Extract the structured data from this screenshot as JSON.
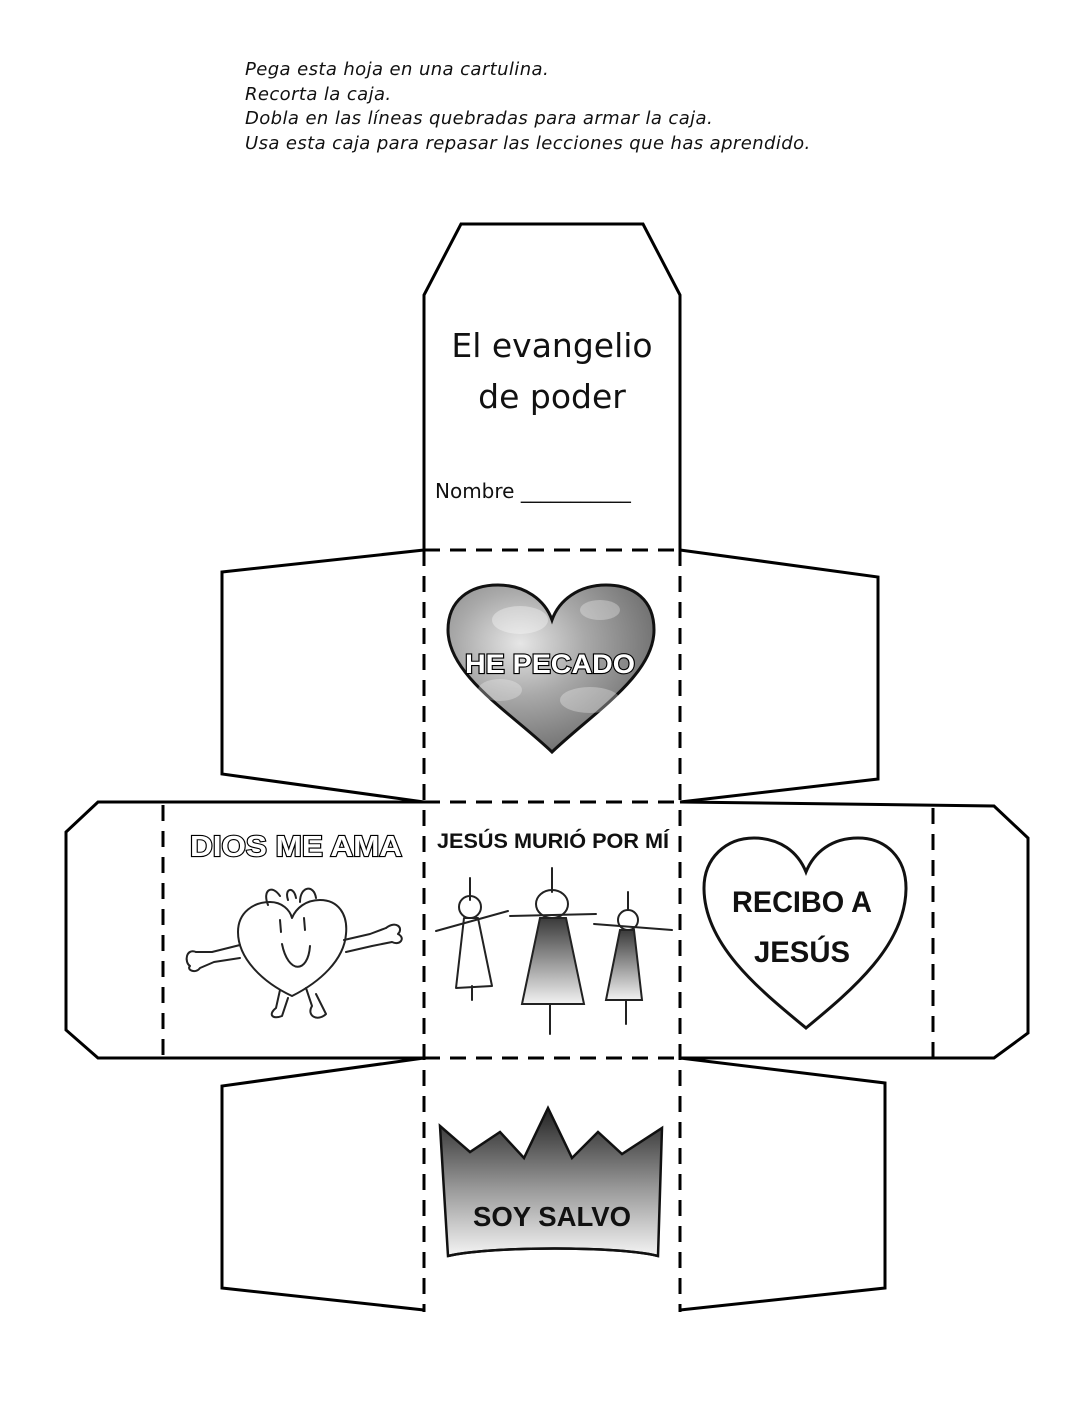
{
  "instructions": [
    "Pega esta hoja en una cartulina.",
    "Recorta la caja.",
    "Dobla en las líneas quebradas para armar la caja.",
    "Usa esta caja para repasar las lecciones que has aprendido."
  ],
  "cover": {
    "title_line1": "El evangelio",
    "title_line2": "de poder",
    "name_label": "Nombre ___________"
  },
  "panels": {
    "sin": "HE PECADO",
    "love": "DIOS ME AMA",
    "cross": "JESÚS MURIÓ POR MÍ",
    "receive_line1": "RECIBO A",
    "receive_line2": "JESÚS",
    "saved": "SOY SALVO"
  },
  "icons": {
    "sin_heart": "gray-heart-icon",
    "love_figure": "smiling-heart-character-icon",
    "cross_figures": "three-crosses-figures-icon",
    "receive_heart": "outline-heart-icon",
    "crown": "crown-icon"
  }
}
